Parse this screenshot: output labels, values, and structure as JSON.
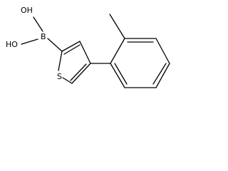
{
  "diagram": {
    "type": "skeletal-structure",
    "atoms": {
      "hydroxyl_top": "OH",
      "hydroxyl_bottom": "HO",
      "boron": "B",
      "sulfur": "S"
    },
    "colors": {
      "ink": "#000000",
      "background": "#ffffff"
    }
  }
}
